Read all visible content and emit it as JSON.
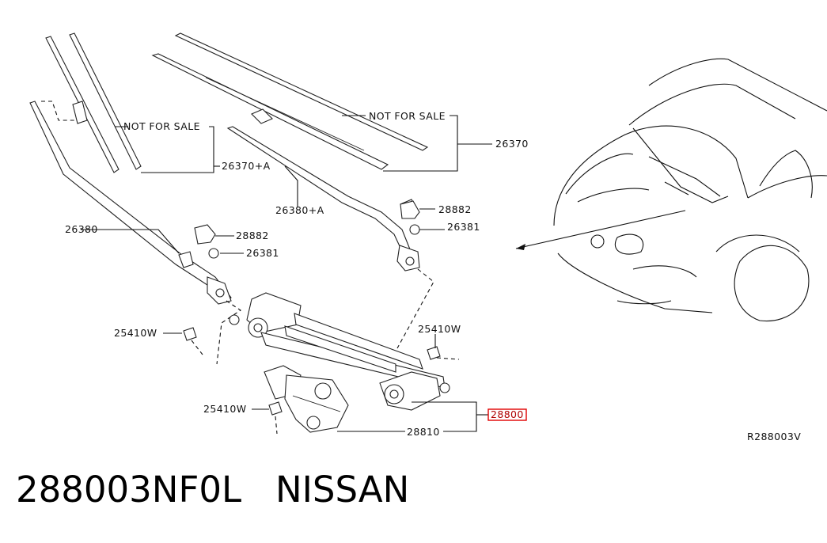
{
  "labels": {
    "not_for_sale": "NOT FOR SALE",
    "p26370": "26370",
    "p26370a": "26370+A",
    "p26380": "26380",
    "p26380a": "26380+A",
    "p28882": "28882",
    "p26381": "26381",
    "p25410w": "25410W",
    "p28800": "28800",
    "p28810": "28810",
    "ref_code": "R288003V"
  },
  "caption": {
    "part_number": "288003NF0L",
    "brand": "NISSAN"
  },
  "colors": {
    "line": "#111111",
    "highlight": "#e00000",
    "background": "#ffffff"
  }
}
